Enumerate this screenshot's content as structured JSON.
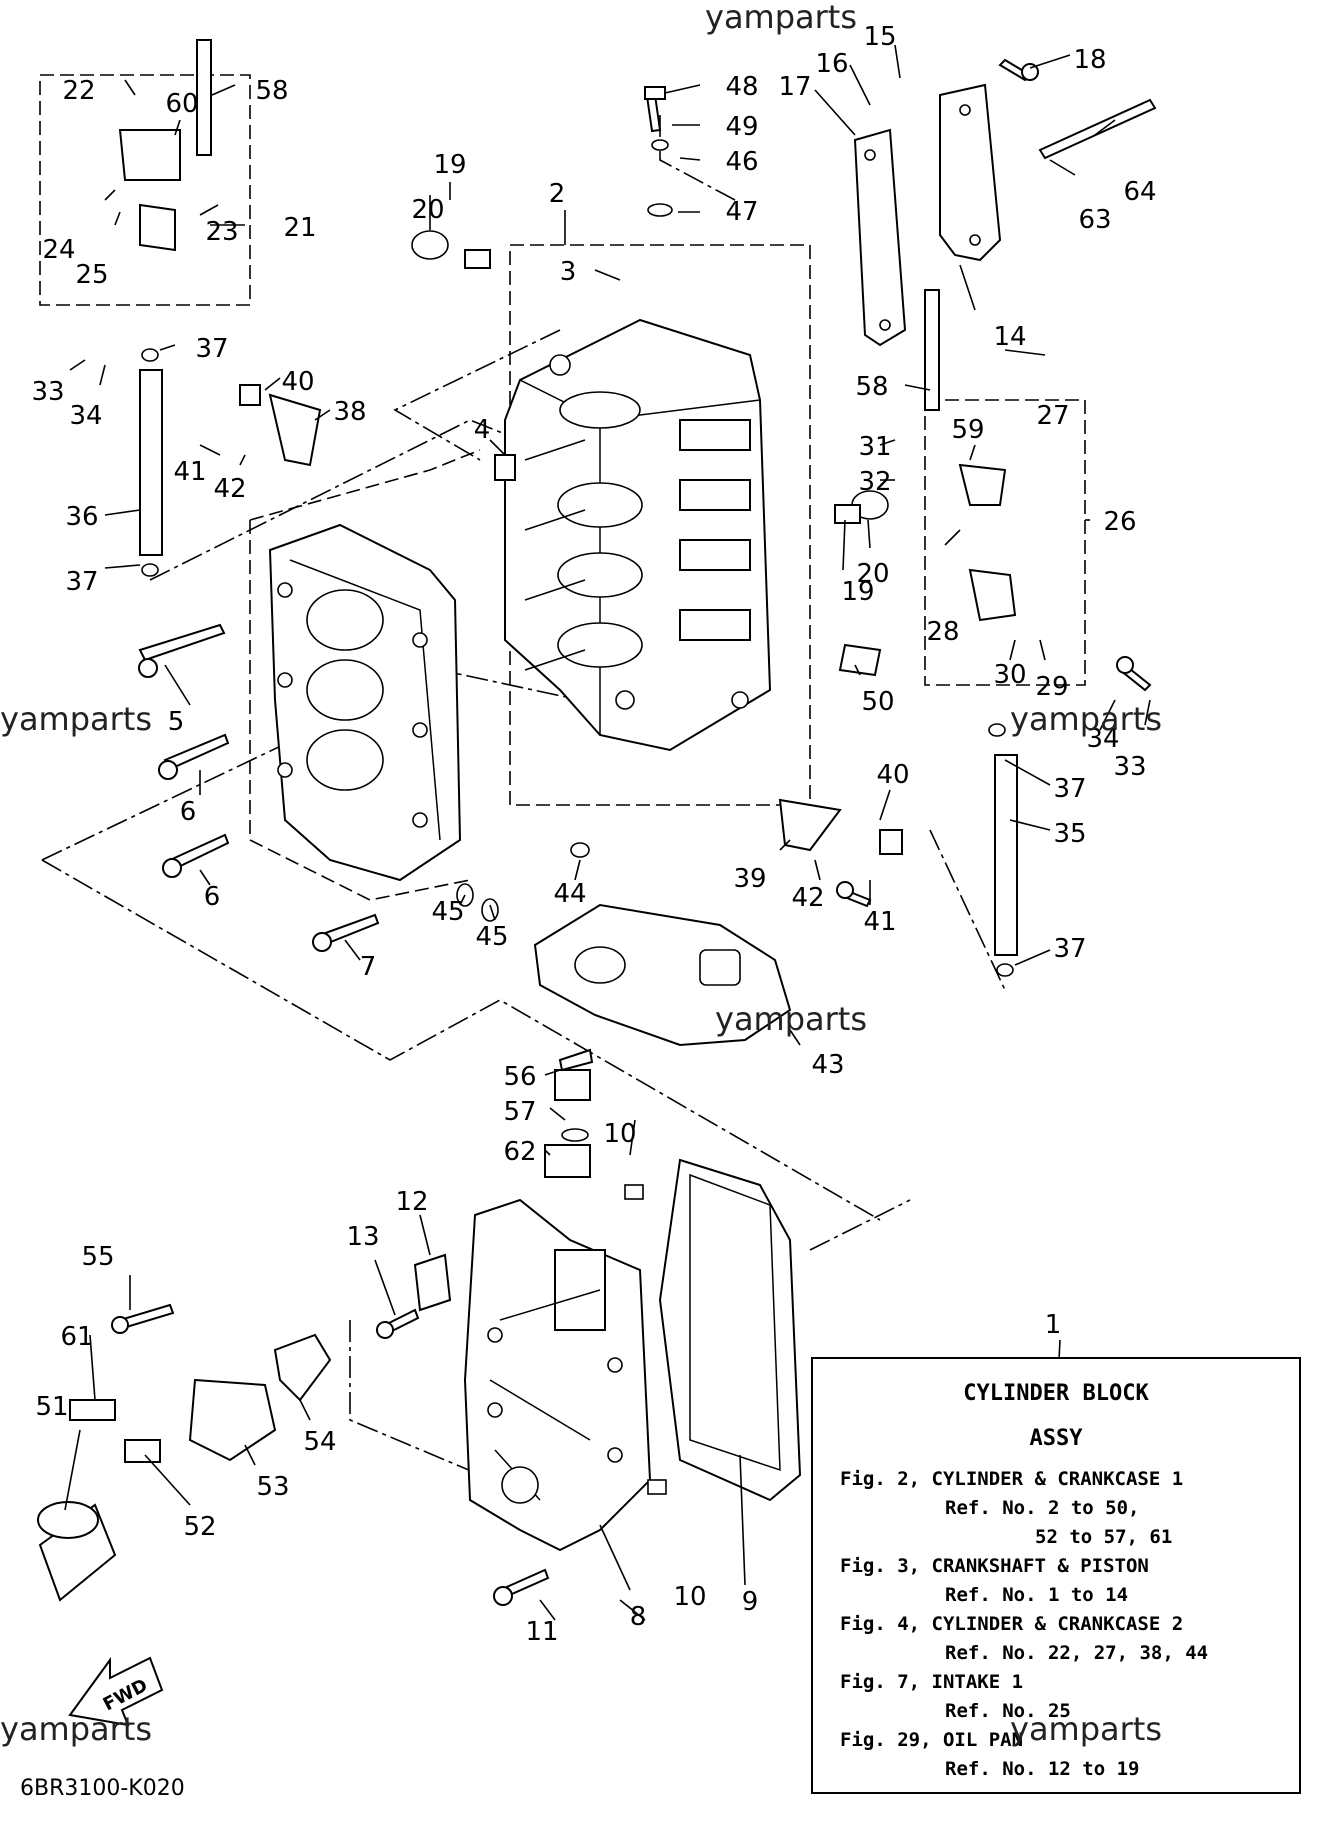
{
  "watermark": "yamparts",
  "figure_code": "6BR3100-K020",
  "fwd_label": "FWD",
  "callouts": [
    "1",
    "2",
    "3",
    "4",
    "5",
    "6",
    "6",
    "7",
    "8",
    "9",
    "10",
    "10",
    "11",
    "12",
    "13",
    "14",
    "15",
    "16",
    "17",
    "18",
    "19",
    "19",
    "20",
    "20",
    "21",
    "22",
    "23",
    "24",
    "25",
    "26",
    "27",
    "28",
    "29",
    "30",
    "31",
    "32",
    "33",
    "33",
    "34",
    "34",
    "35",
    "36",
    "37",
    "37",
    "37",
    "37",
    "38",
    "39",
    "40",
    "40",
    "41",
    "41",
    "42",
    "42",
    "43",
    "44",
    "45",
    "45",
    "46",
    "47",
    "48",
    "49",
    "50",
    "51",
    "52",
    "53",
    "54",
    "55",
    "56",
    "57",
    "58",
    "58",
    "59",
    "60",
    "61",
    "62",
    "63",
    "64"
  ],
  "assy_box": {
    "title": "CYLINDER BLOCK",
    "subtitle": "ASSY",
    "lines": [
      "Fig. 2, CYLINDER & CRANKCASE 1",
      "Ref. No. 2 to 50,",
      "52 to 57, 61",
      "Fig. 3, CRANKSHAFT & PISTON",
      "Ref. No. 1 to 14",
      "Fig. 4, CYLINDER & CRANKCASE 2",
      "Ref. No. 22, 27, 38, 44",
      "Fig. 7, INTAKE 1",
      "Ref. No. 25",
      "Fig. 29, OIL PAN",
      "Ref. No. 12 to 19"
    ]
  }
}
